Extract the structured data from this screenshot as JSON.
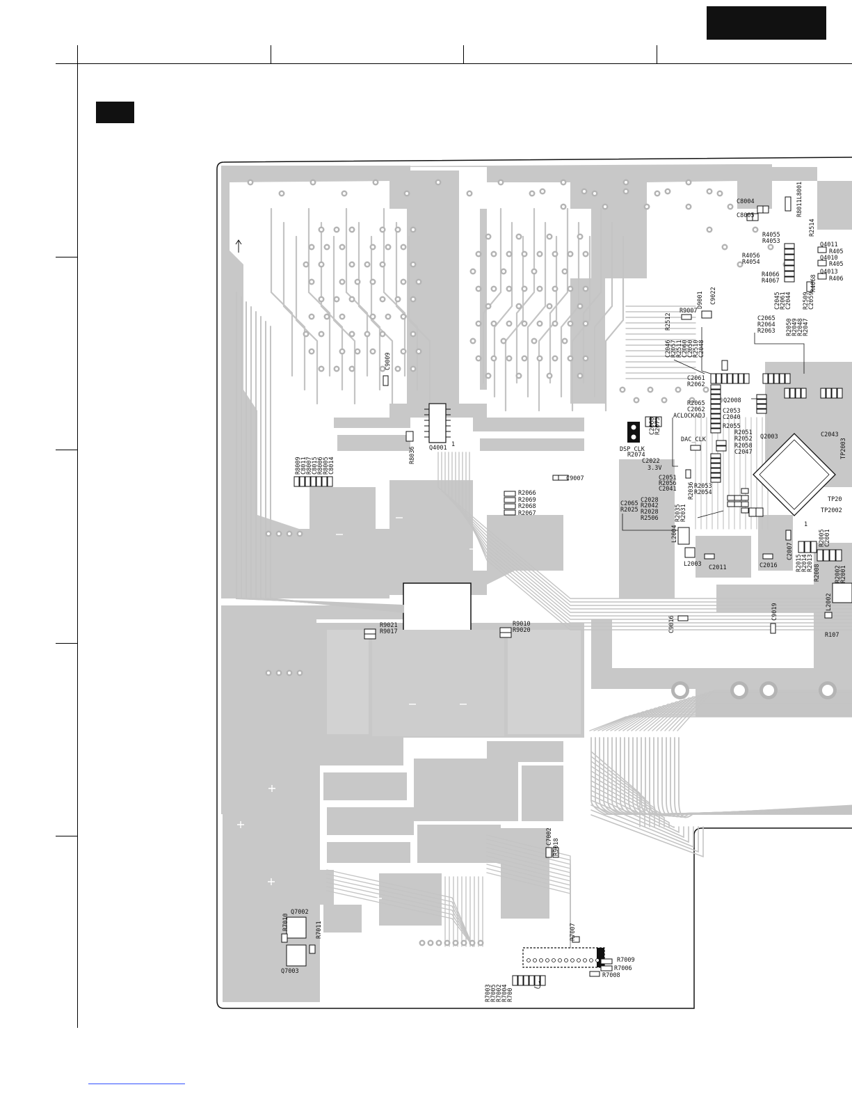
{
  "colors": {
    "copper": "#c8c8c8",
    "copper_dark": "#b4b4b4",
    "board_bg": "#ffffff",
    "trace": "#c4c4c4",
    "outline": "#111111",
    "silk": "#111111",
    "link": "#3050ff"
  },
  "board": {
    "markers": [
      "Q4001",
      "1"
    ]
  },
  "labels": [
    {
      "id": "C8004",
      "t": "C8004"
    },
    {
      "id": "C8005",
      "t": "C8005"
    },
    {
      "id": "R8011",
      "t": "R8011L8001"
    },
    {
      "id": "R2514",
      "t": "R2514"
    },
    {
      "id": "R4055",
      "t": "R4055"
    },
    {
      "id": "R4053",
      "t": "R4053"
    },
    {
      "id": "R4056",
      "t": "R4056"
    },
    {
      "id": "R4054",
      "t": "R4054"
    },
    {
      "id": "Q4011",
      "t": "Q4011"
    },
    {
      "id": "R4059",
      "t": "R405"
    },
    {
      "id": "Q4010",
      "t": "Q4010"
    },
    {
      "id": "R4058",
      "t": "R405"
    },
    {
      "id": "R4066",
      "t": "R4066"
    },
    {
      "id": "R4067",
      "t": "R4067"
    },
    {
      "id": "Q4013",
      "t": "Q4013"
    },
    {
      "id": "R4060",
      "t": "R406"
    },
    {
      "id": "R4068",
      "t": "R4068"
    },
    {
      "id": "D9001",
      "t": "D9001"
    },
    {
      "id": "C9022",
      "t": "C9022"
    },
    {
      "id": "R9007",
      "t": "R9007"
    },
    {
      "id": "R2512",
      "t": "R2512"
    },
    {
      "id": "C2065",
      "t": "C2065"
    },
    {
      "id": "R2064",
      "t": "R2064"
    },
    {
      "id": "R2063",
      "t": "R2063"
    },
    {
      "id": "C2045",
      "t": "C2045"
    },
    {
      "id": "R2061",
      "t": "R2061"
    },
    {
      "id": "C2044",
      "t": "C2044"
    },
    {
      "id": "R2050",
      "t": "R2050"
    },
    {
      "id": "R2049",
      "t": "R2049"
    },
    {
      "id": "R2048",
      "t": "R2048"
    },
    {
      "id": "R2047",
      "t": "R2047"
    },
    {
      "id": "R2509",
      "t": "R2509"
    },
    {
      "id": "C2059",
      "t": "C2059"
    },
    {
      "id": "C2046",
      "t": "C2046"
    },
    {
      "id": "R2057",
      "t": "R2057"
    },
    {
      "id": "R2511",
      "t": "R2511"
    },
    {
      "id": "C2060",
      "t": "C2060"
    },
    {
      "id": "C2050",
      "t": "C2050"
    },
    {
      "id": "R2510",
      "t": "R2510"
    },
    {
      "id": "C2048",
      "t": "C2048"
    },
    {
      "id": "C2061",
      "t": "C2061"
    },
    {
      "id": "R2062",
      "t": "R2062"
    },
    {
      "id": "Q2008",
      "t": "Q2008"
    },
    {
      "id": "R2065",
      "t": "R2065"
    },
    {
      "id": "C2062",
      "t": "C2062"
    },
    {
      "id": "C2053",
      "t": "C2053"
    },
    {
      "id": "C2040",
      "t": "C2040"
    },
    {
      "id": "ACLOCKADJ",
      "t": "ACLOCKADJ"
    },
    {
      "id": "C2068",
      "t": "C2068"
    },
    {
      "id": "R2075",
      "t": "R2075"
    },
    {
      "id": "R2055",
      "t": "R2055"
    },
    {
      "id": "R2051",
      "t": "R2051"
    },
    {
      "id": "R2052",
      "t": "R2052"
    },
    {
      "id": "Q2003",
      "t": "Q2003"
    },
    {
      "id": "C2043",
      "t": "C2043"
    },
    {
      "id": "TP2003",
      "t": "TP2003"
    },
    {
      "id": "DAC_CLK",
      "t": "DAC_CLK"
    },
    {
      "id": "R2058",
      "t": "R2058"
    },
    {
      "id": "C2047",
      "t": "C2047"
    },
    {
      "id": "DSP_CLK",
      "t": "DSP_CLK"
    },
    {
      "id": "R2074",
      "t": "R2074"
    },
    {
      "id": "C2022",
      "t": "C2022"
    },
    {
      "id": "V33",
      "t": "3.3V"
    },
    {
      "id": "C2051",
      "t": "C2051"
    },
    {
      "id": "R2056",
      "t": "R2056"
    },
    {
      "id": "C2041",
      "t": "C2041"
    },
    {
      "id": "R2036",
      "t": "R2036"
    },
    {
      "id": "R2053",
      "t": "R2053"
    },
    {
      "id": "R2054",
      "t": "R2054"
    },
    {
      "id": "TP20",
      "t": "TP20"
    },
    {
      "id": "TP2002",
      "t": "TP2002"
    },
    {
      "id": "C2065b",
      "t": "C2065"
    },
    {
      "id": "R2025",
      "t": "R2025"
    },
    {
      "id": "C2028",
      "t": "C2028"
    },
    {
      "id": "R2042",
      "t": "R2042"
    },
    {
      "id": "R2028",
      "t": "R2028"
    },
    {
      "id": "R2506",
      "t": "R2506"
    },
    {
      "id": "R2035",
      "t": "R2035"
    },
    {
      "id": "R2031",
      "t": "R2031"
    },
    {
      "id": "one",
      "t": "1"
    },
    {
      "id": "R2005",
      "t": "R2005"
    },
    {
      "id": "C2001",
      "t": "C2001"
    },
    {
      "id": "C2007",
      "t": "C2007"
    },
    {
      "id": "R2015",
      "t": "R2015"
    },
    {
      "id": "R2014",
      "t": "R2014"
    },
    {
      "id": "R2013",
      "t": "R2013"
    },
    {
      "id": "R2008",
      "t": "R2008"
    },
    {
      "id": "R2002",
      "t": "R2002"
    },
    {
      "id": "R2001",
      "t": "R2001"
    },
    {
      "id": "L2004",
      "t": "L2004"
    },
    {
      "id": "L2003",
      "t": "L2003"
    },
    {
      "id": "C2011",
      "t": "C2011"
    },
    {
      "id": "C2016",
      "t": "C2016"
    },
    {
      "id": "L2002",
      "t": "L2002"
    },
    {
      "id": "R107",
      "t": "R107"
    },
    {
      "id": "C9009",
      "t": "C9009"
    },
    {
      "id": "R8036",
      "t": "R8036"
    },
    {
      "id": "R8009",
      "t": "R8009"
    },
    {
      "id": "C8011",
      "t": "C8011"
    },
    {
      "id": "R8007",
      "t": "R8007"
    },
    {
      "id": "C8015",
      "t": "C8015"
    },
    {
      "id": "R8006",
      "t": "R8006"
    },
    {
      "id": "R8005",
      "t": "R8005"
    },
    {
      "id": "C8014",
      "t": "C8014"
    },
    {
      "id": "C9007",
      "t": "C9007"
    },
    {
      "id": "R2066",
      "t": "R2066"
    },
    {
      "id": "R2069",
      "t": "R2069"
    },
    {
      "id": "R2068",
      "t": "R2068"
    },
    {
      "id": "R2067",
      "t": "R2067"
    },
    {
      "id": "R9021",
      "t": "R9021"
    },
    {
      "id": "R9017",
      "t": "R9017"
    },
    {
      "id": "R9010",
      "t": "R9010"
    },
    {
      "id": "R9020",
      "t": "R9020"
    },
    {
      "id": "C9016",
      "t": "C9016"
    },
    {
      "id": "C9019",
      "t": "C9019"
    },
    {
      "id": "C7002",
      "t": "C7002"
    },
    {
      "id": "R9018",
      "t": "R9018"
    },
    {
      "id": "R7007",
      "t": "R7007"
    },
    {
      "id": "R7009",
      "t": "R7009"
    },
    {
      "id": "R7006",
      "t": "R7006"
    },
    {
      "id": "R7008",
      "t": "R7008"
    },
    {
      "id": "R7003",
      "t": "R7003"
    },
    {
      "id": "R7005",
      "t": "R7005"
    },
    {
      "id": "R7002",
      "t": "R7002"
    },
    {
      "id": "R7004",
      "t": "R7004"
    },
    {
      "id": "R7001",
      "t": "R700"
    },
    {
      "id": "R7010",
      "t": "R7010"
    },
    {
      "id": "Q7002",
      "t": "Q7002"
    },
    {
      "id": "R7011",
      "t": "R7011"
    },
    {
      "id": "Q7003",
      "t": "Q7003"
    }
  ]
}
